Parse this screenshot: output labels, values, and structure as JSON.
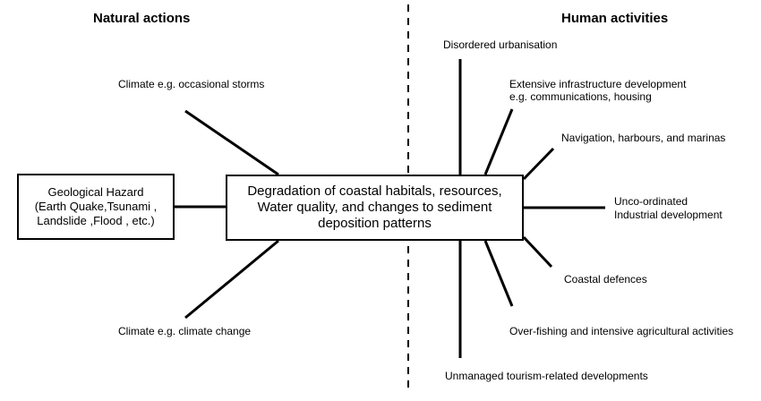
{
  "headings": {
    "natural": "Natural actions",
    "human": "Human activities"
  },
  "center_box": {
    "lines": [
      "Degradation of coastal habitals, resources,",
      "Water quality, and changes to sediment",
      "deposition patterns"
    ]
  },
  "geo_box": {
    "lines": [
      "Geological Hazard",
      "(Earth Quake,Tsunami ,",
      "Landslide ,Flood , etc.)"
    ]
  },
  "natural_labels": {
    "storms": "Climate e.g. occasional storms",
    "climate_change": "Climate e.g. climate change"
  },
  "human_labels": {
    "urbanisation": "Disordered urbanisation",
    "infrastructure_1": "Extensive infrastructure development",
    "infrastructure_2": "e.g. communications, housing",
    "navigation": "Navigation, harbours, and marinas",
    "industrial_1": "Unco-ordinated",
    "industrial_2": "Industrial development",
    "defences": "Coastal defences",
    "overfishing": "Over-fishing and intensive agricultural activities",
    "tourism": "Unmanaged tourism-related developments"
  }
}
